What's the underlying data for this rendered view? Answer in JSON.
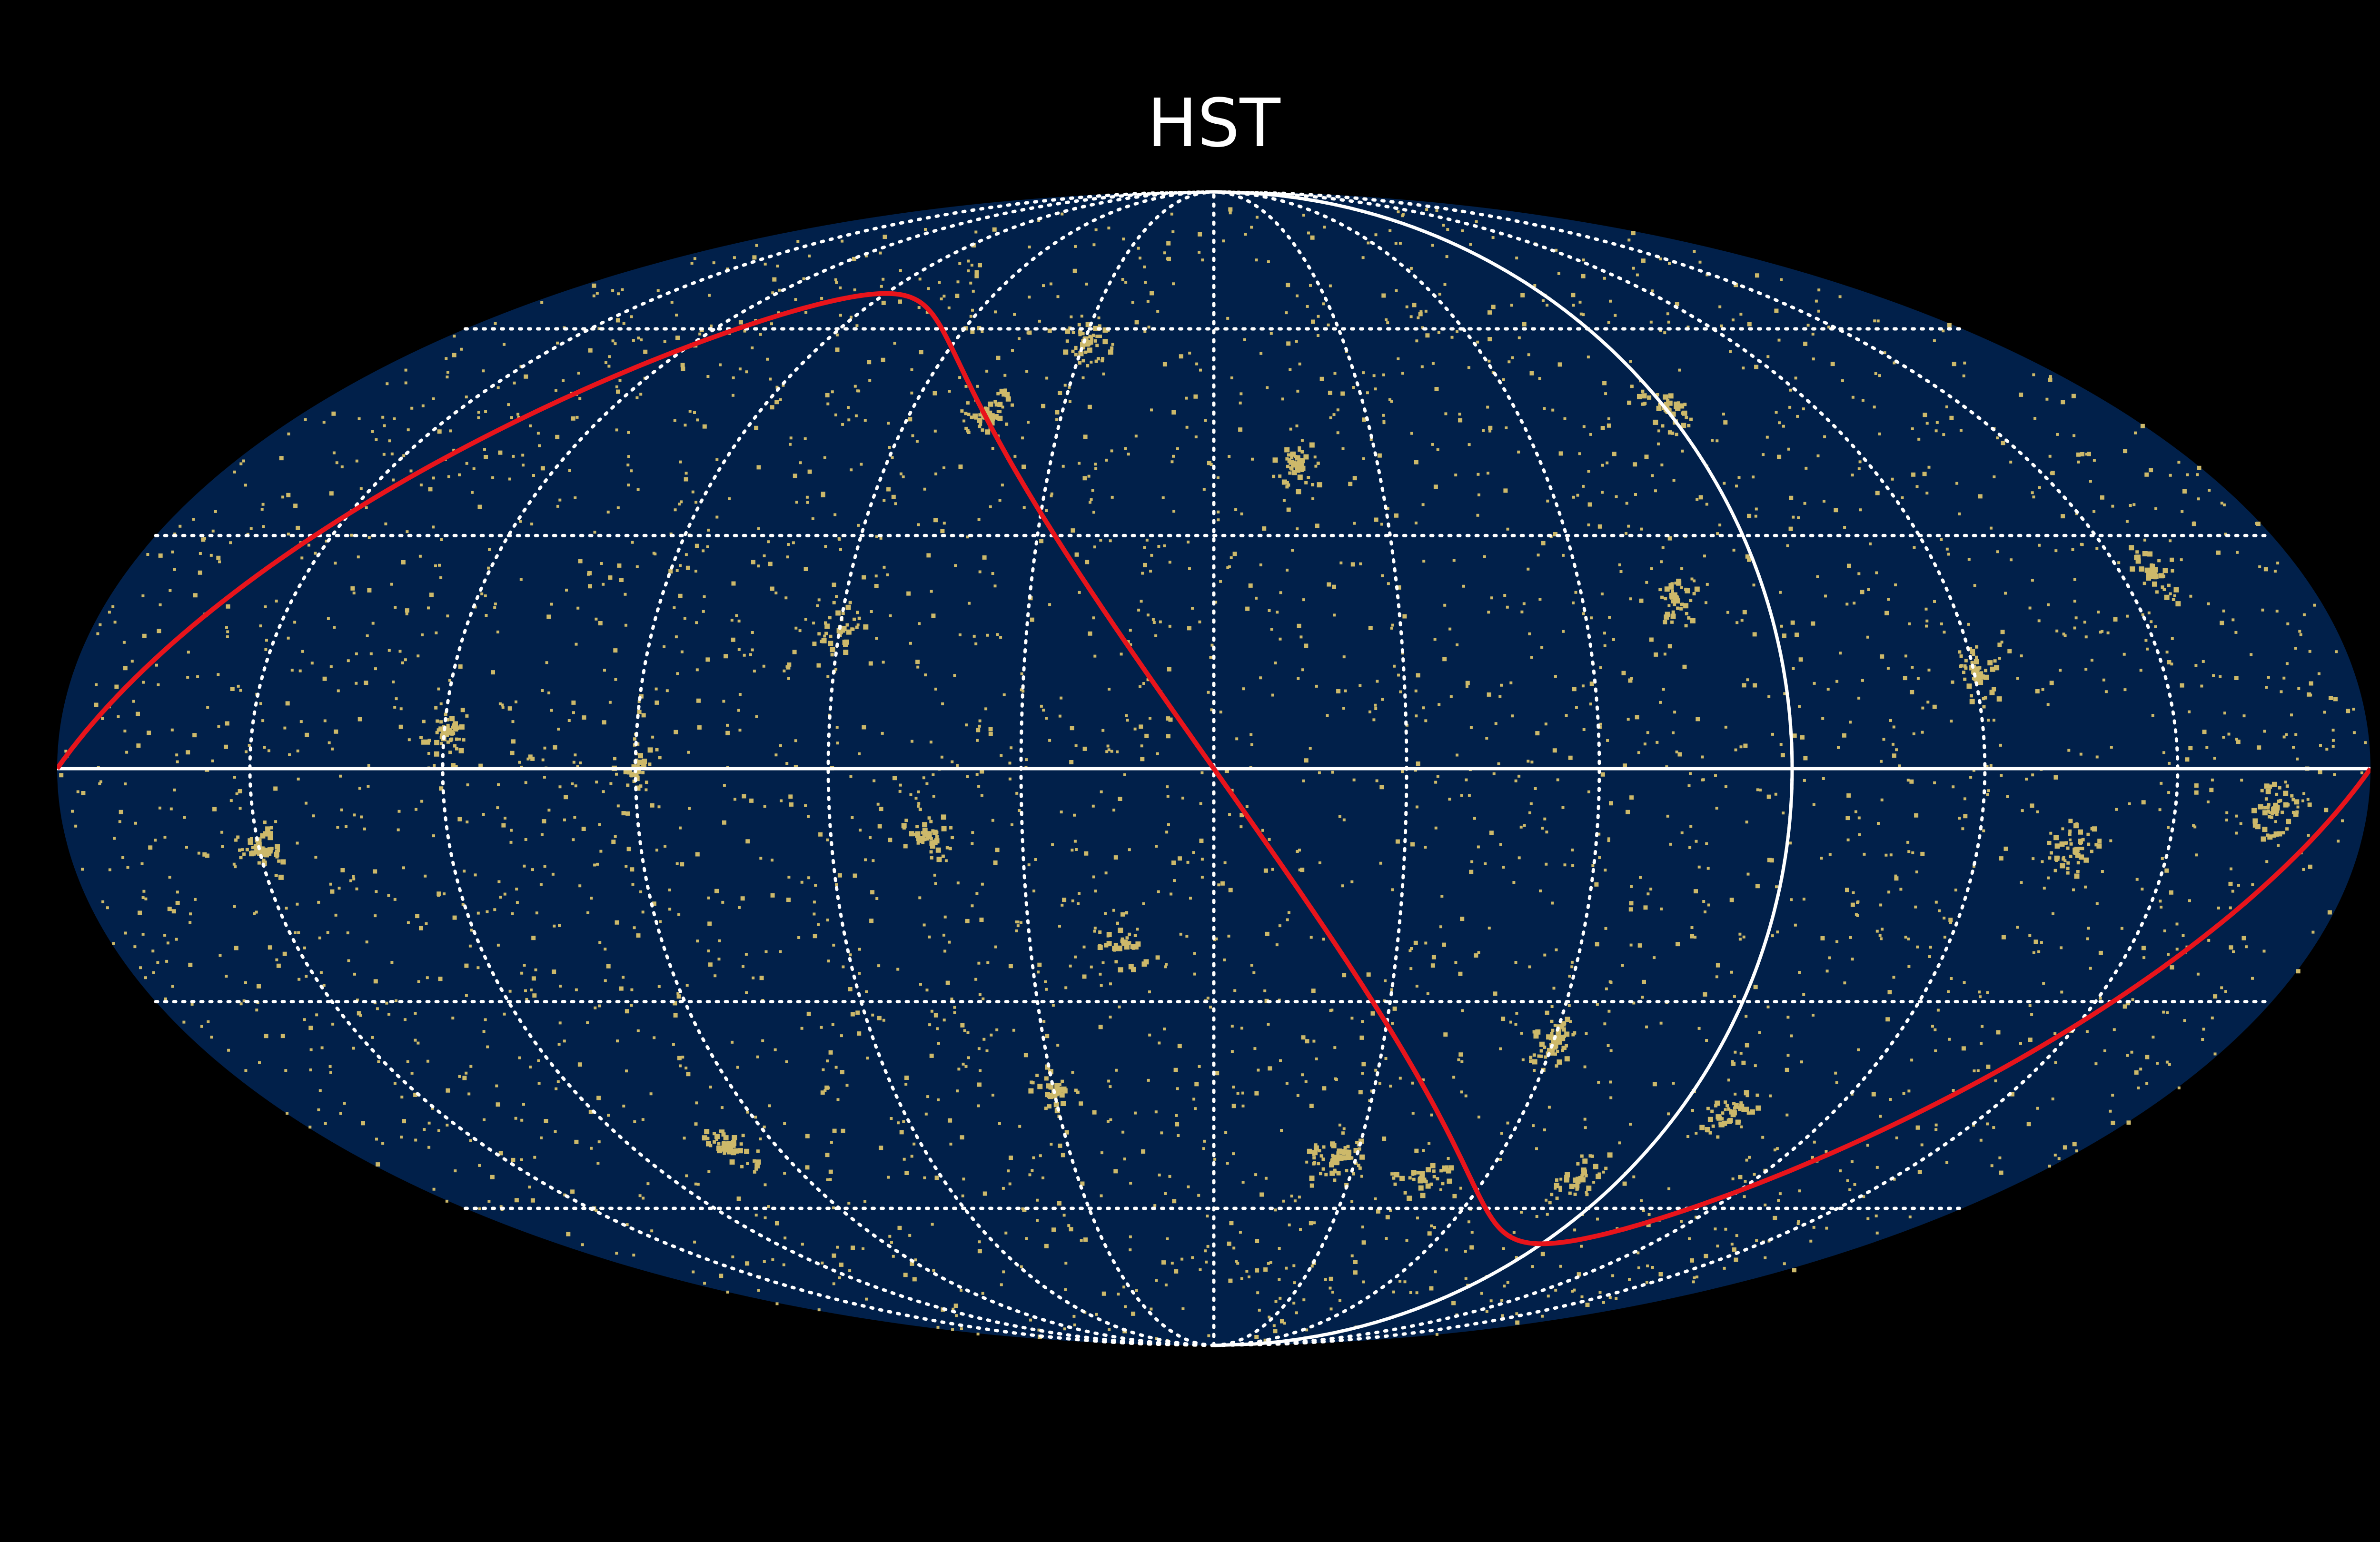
{
  "title": "HST",
  "map": {
    "projection": "mollweide",
    "colors": {
      "background": "#000000",
      "sky": "#01204a",
      "observations": "#cdb96a",
      "grid": "#ffffff",
      "equator_line": "#ffffff",
      "ecliptic_line": "#e8141b"
    },
    "grid_lines": "dotted",
    "meridians_step_deg": 30,
    "parallels_deg": [
      -60,
      -30,
      30,
      60
    ],
    "emphasized_lines": [
      "equator",
      "meridian-90",
      "ecliptic"
    ],
    "observation_clusters_deg": [
      [
        -45,
        47
      ],
      [
        15,
        40
      ],
      [
        -30,
        58
      ],
      [
        75,
        22
      ],
      [
        90,
        48
      ],
      [
        -45,
        -8
      ],
      [
        -90,
        0
      ],
      [
        -150,
        -10
      ],
      [
        -15,
        -22
      ],
      [
        120,
        12
      ],
      [
        135,
        -10
      ],
      [
        100,
        -45
      ],
      [
        80,
        -55
      ],
      [
        45,
        -55
      ],
      [
        -30,
        -42
      ],
      [
        -100,
        -50
      ],
      [
        -60,
        18
      ],
      [
        25,
        -52
      ],
      [
        165,
        -5
      ],
      [
        155,
        25
      ],
      [
        -120,
        5
      ],
      [
        60,
        -35
      ]
    ]
  }
}
